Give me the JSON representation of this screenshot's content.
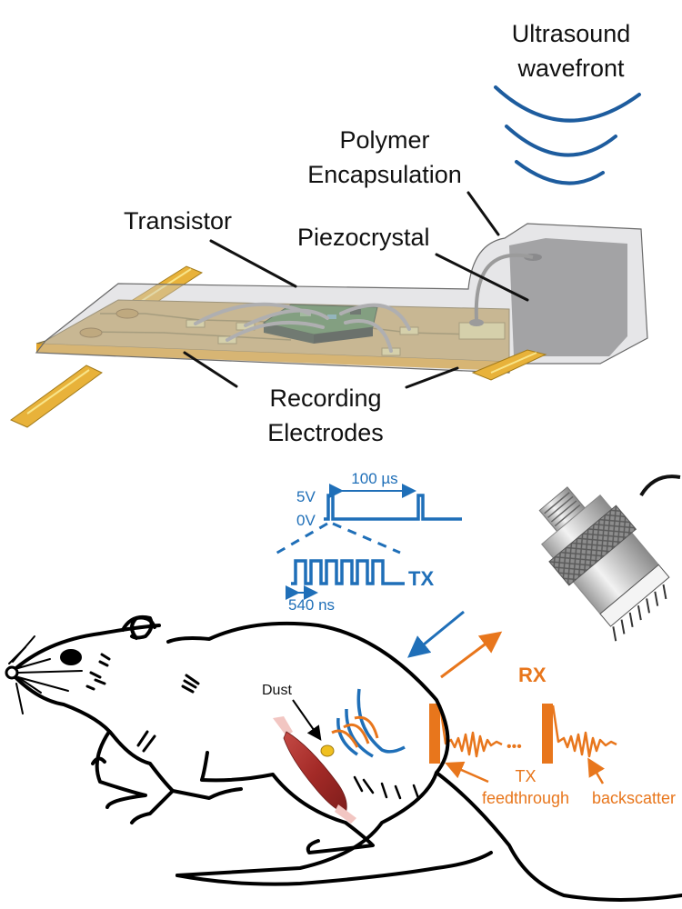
{
  "device": {
    "labels": {
      "wavefront_line1": "Ultrasound",
      "wavefront_line2": "wavefront",
      "encapsulation_line1": "Polymer",
      "encapsulation_line2": "Encapsulation",
      "transistor": "Transistor",
      "piezocrystal": "Piezocrystal",
      "electrodes_line1": "Recording",
      "electrodes_line2": "Electrodes"
    },
    "colors": {
      "gold": "#e8b23a",
      "substrate": "#c9a964",
      "encapsulation": "#d3d3d5",
      "piezo": "#a3a3a5",
      "chip": "#3f6b3a",
      "wavefront": "#1d5c9e"
    }
  },
  "tx_signal": {
    "high_level": "5V",
    "low_level": "0V",
    "period": "100 µs",
    "pulse_width": "540 ns",
    "label": "TX",
    "color": "#1f6fb8"
  },
  "rx_signal": {
    "label": "RX",
    "feedthrough_line1": "TX",
    "feedthrough_line2": "feedthrough",
    "backscatter": "backscatter",
    "ellipsis": "•••",
    "color": "#e8761c"
  },
  "rat": {
    "dust_label": "Dust",
    "muscle_color": "#a8322e",
    "dust_color": "#f0c020"
  }
}
